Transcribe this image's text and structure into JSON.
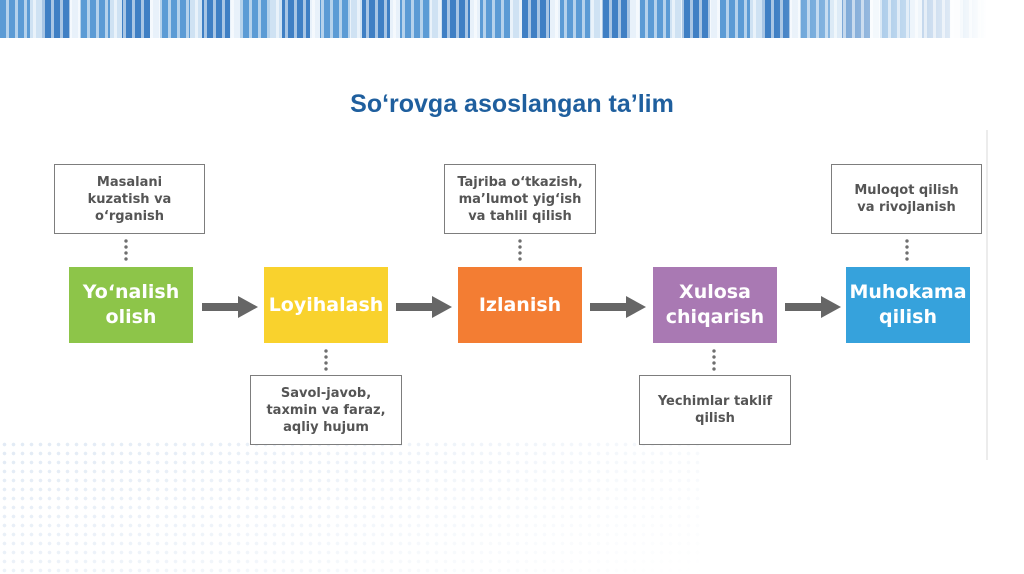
{
  "title": "So‘rovga asoslangan ta’lim",
  "stages": [
    {
      "label": "Yo‘nalish\nolish",
      "color": "#8dc549"
    },
    {
      "label": "Loyihalash",
      "color": "#f9d22d"
    },
    {
      "label": "Izlanish",
      "color": "#f37d33"
    },
    {
      "label": "Xulosa\nchiqarish",
      "color": "#a979b3"
    },
    {
      "label": "Muhokama\nqilish",
      "color": "#36a2dc"
    }
  ],
  "notes": {
    "top_1": "Masalani kuzatish va o‘rganish",
    "bottom_2": "Savol-javob, taxmin va faraz, aqliy hujum",
    "top_3": "Tajriba o‘tkazish, ma’lumot yig‘ish va tahlil qilish",
    "bottom_4": "Yechimlar taklif qilish",
    "top_5": "Muloqot qilish va rivojlanish"
  },
  "colors": {
    "arrow": "#666666",
    "note_border": "#7d7d7d",
    "title": "#1f5f9e"
  }
}
